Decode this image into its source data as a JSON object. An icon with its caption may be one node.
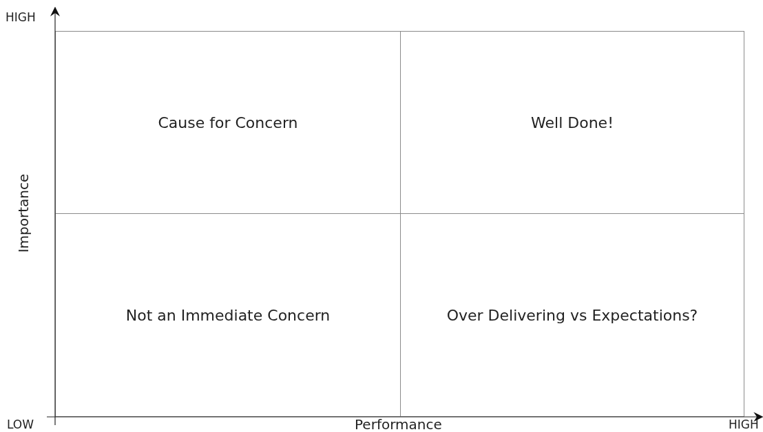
{
  "diagram": {
    "nodes": [
      {
        "text": [
          "Cause for Concern"
        ]
      },
      {
        "text": [
          "Well Done!"
        ]
      },
      {
        "text": [
          "Not an Immediate Concern"
        ]
      },
      {
        "text": [
          "Over Delivering vs Expectations?"
        ]
      }
    ],
    "labels": [
      "HIGH",
      "Importance",
      "LOW",
      "Performance",
      "HIGH"
    ]
  }
}
